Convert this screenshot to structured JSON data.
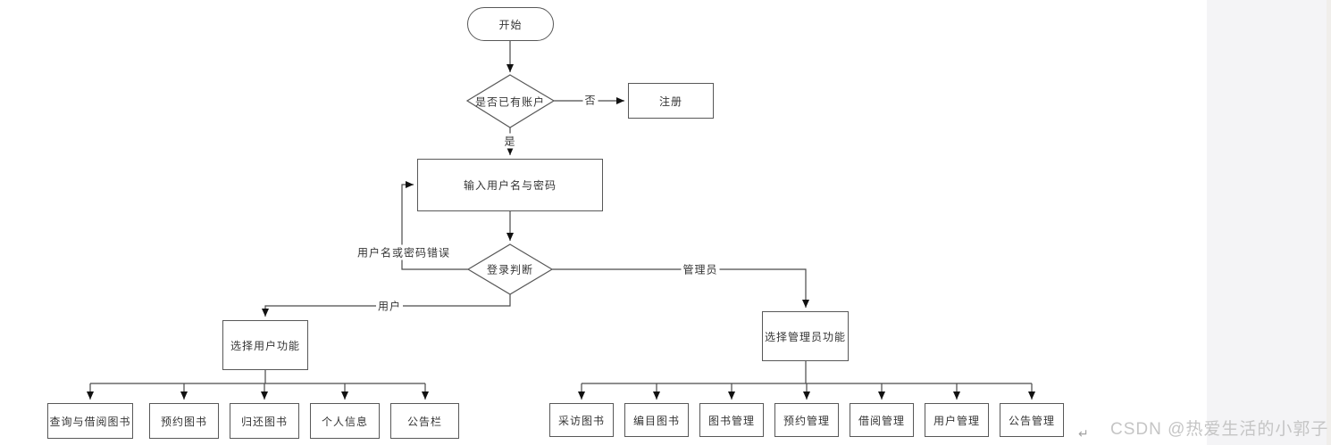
{
  "page": {
    "background_color": "#ffffff",
    "right_panel_color": "#f4f4f6",
    "scrollbar_color": "#f0eeeb",
    "line_color": "#4a4a4a"
  },
  "watermark": {
    "text": "CSDN @热爱生活的小郭子",
    "return_symbol": "↵"
  },
  "flowchart": {
    "start": "开始",
    "decision_account": "是否已有账户",
    "register": "注册",
    "label_no": "否",
    "label_yes": "是",
    "input_credentials": "输入用户名与密码",
    "decision_login": "登录判断",
    "label_error": "用户名或密码错误",
    "label_user": "用户",
    "label_admin": "管理员",
    "select_user": "选择用户功能",
    "select_admin": "选择管理员功能",
    "user_functions": [
      "查询与借阅图书",
      "预约图书",
      "归还图书",
      "个人信息",
      "公告栏"
    ],
    "admin_functions": [
      "采访图书",
      "编目图书",
      "图书管理",
      "预约管理",
      "借阅管理",
      "用户管理",
      "公告管理"
    ]
  }
}
